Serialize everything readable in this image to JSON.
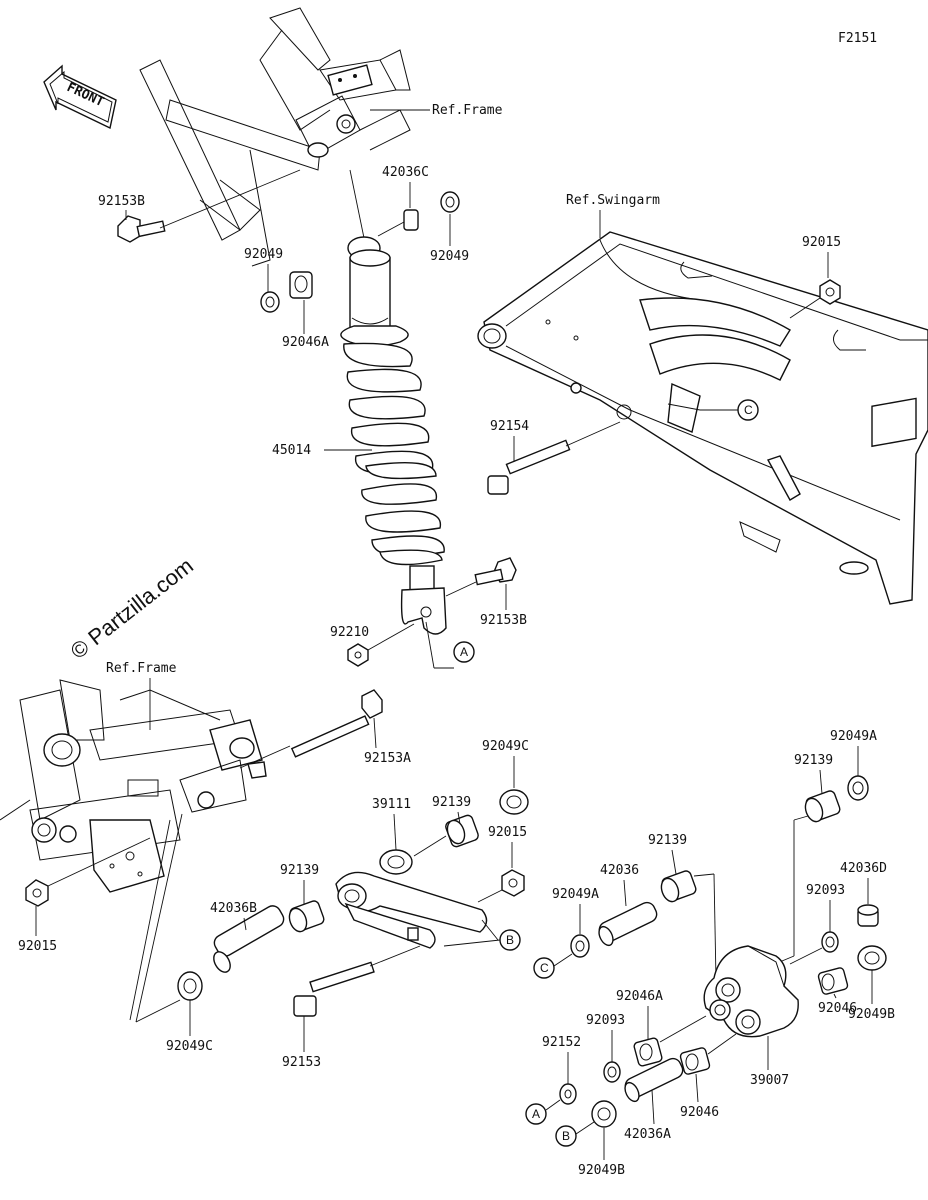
{
  "figure_code": "F2151",
  "front_label": "FRONT",
  "watermark": "© Partzilla.com",
  "references": {
    "frame_top": "Ref.Frame",
    "swingarm": "Ref.Swingarm",
    "frame_bottom": "Ref.Frame"
  },
  "callouts": {
    "a": "A",
    "b": "B",
    "c": "C"
  },
  "labels": {
    "l_92153b_top": "92153B",
    "l_42036c": "42036C",
    "l_92049_left": "92049",
    "l_92049_right": "92049",
    "l_92046a_top": "92046A",
    "l_45014": "45014",
    "l_92015_top": "92015",
    "l_92154": "92154",
    "l_92210": "92210",
    "l_92153b_mid": "92153B",
    "l_92153a": "92153A",
    "l_92049c_top": "92049C",
    "l_92139_a": "92139",
    "l_39111": "39111",
    "l_92015_mid": "92015",
    "l_92139_b": "92139",
    "l_42036b": "42036B",
    "l_92015_left": "92015",
    "l_92049c_bot": "92049C",
    "l_92153": "92153",
    "l_92139_c": "92139",
    "l_42036": "42036",
    "l_92049a_mid": "92049A",
    "l_92139_d": "92139",
    "l_92049a_right": "92049A",
    "l_42036d": "42036D",
    "l_92093_right": "92093",
    "l_92049b_right": "92049B",
    "l_92046_right": "92046",
    "l_39007": "39007",
    "l_92046a_bot": "92046A",
    "l_92093_bot": "92093",
    "l_92152": "92152",
    "l_92046_bot": "92046",
    "l_42036a": "42036A",
    "l_92049b_bot": "92049B"
  }
}
